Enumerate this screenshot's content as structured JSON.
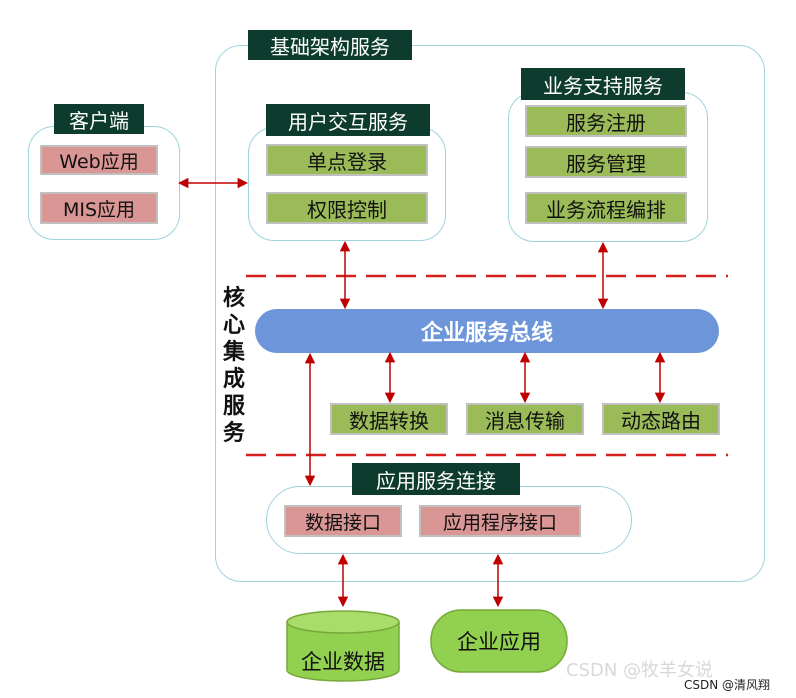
{
  "infra": {
    "title": "基础架构服务"
  },
  "client": {
    "title": "客户端",
    "items": [
      "Web应用",
      "MIS应用"
    ]
  },
  "user_interaction": {
    "title": "用户交互服务",
    "items": [
      "单点登录",
      "权限控制"
    ]
  },
  "business_support": {
    "title": "业务支持服务",
    "items": [
      "服务注册",
      "服务管理",
      "业务流程编排"
    ]
  },
  "core_integration": {
    "label": "核\n心\n集\n成\n服\n务"
  },
  "bus": {
    "label": "企业服务总线"
  },
  "bus_services": [
    "数据转换",
    "消息传输",
    "动态路由"
  ],
  "app_connection": {
    "title": "应用服务连接",
    "items": [
      "数据接口",
      "应用程序接口"
    ]
  },
  "enterprise_data": {
    "label": "企业数据"
  },
  "enterprise_app": {
    "label": "企业应用"
  },
  "watermark": {
    "faint": "CSDN @牧羊女说",
    "small": "CSDN @清风翔"
  },
  "colors": {
    "dark_title": "#0d3b2e",
    "green_box": "#9bbb59",
    "pink_box": "#d99694",
    "bus_blue": "#6d95d9",
    "arrow_red": "#c00000",
    "container_border": "#9fd3de"
  }
}
